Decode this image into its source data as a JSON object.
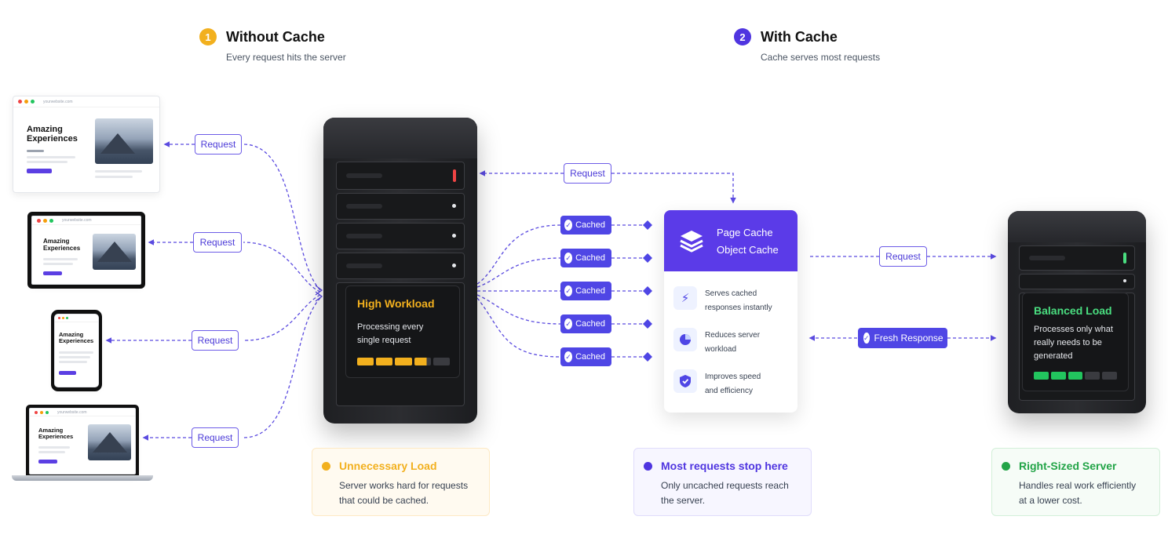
{
  "sections": {
    "without_cache": {
      "number": "1",
      "title": "Without Cache",
      "subtitle": "Every request hits the server",
      "color": "#f2b01e"
    },
    "with_cache": {
      "number": "2",
      "title": "With Cache",
      "subtitle": "Cache serves most requests",
      "color": "#4f35e0"
    }
  },
  "devices": {
    "url": "yourwebsite.com",
    "site_title_1": "Amazing",
    "site_title_2": "Experiences"
  },
  "request_labels": {
    "desktop": "Request",
    "tablet": "Request",
    "phone": "Request",
    "laptop": "Request",
    "server_to_cache": "Request",
    "cache_to_origin": "Request"
  },
  "cached_labels": [
    "Cached",
    "Cached",
    "Cached",
    "Cached",
    "Cached"
  ],
  "fresh_response": "Fresh Response",
  "main_server": {
    "panel_title": "High Workload",
    "panel_text_1": "Processing every",
    "panel_text_2": "single request",
    "load_fraction": 0.75,
    "accent": "#f2b01e"
  },
  "cache": {
    "title_1": "Page Cache",
    "title_2": "Object Cache",
    "features": [
      {
        "icon": "lightning-icon",
        "line_1": "Serves cached",
        "line_2": "responses instantly"
      },
      {
        "icon": "pie-chart-icon",
        "line_1": "Reduces server",
        "line_2": "workload"
      },
      {
        "icon": "shield-check-icon",
        "line_1": "Improves speed",
        "line_2": "and efficiency"
      }
    ],
    "accent": "#5b3be8"
  },
  "origin_server": {
    "panel_title": "Balanced Load",
    "panel_text_1": "Processes only what",
    "panel_text_2": "really needs to be",
    "panel_text_3": "generated",
    "load_fraction": 0.6,
    "accent": "#22c55e"
  },
  "callouts": {
    "unnecessary": {
      "title": "Unnecessary Load",
      "line_1": "Server works hard for requests",
      "line_2": "that could be cached.",
      "color": "#f2b01e"
    },
    "stop_here": {
      "title": "Most requests stop here",
      "line_1": "Only uncached requests reach",
      "line_2": "the server.",
      "color": "#4f35e0"
    },
    "right_sized": {
      "title": "Right-Sized Server",
      "line_1": "Handles real work efficiently",
      "line_2": "at a lower cost.",
      "color": "#22a447"
    }
  }
}
